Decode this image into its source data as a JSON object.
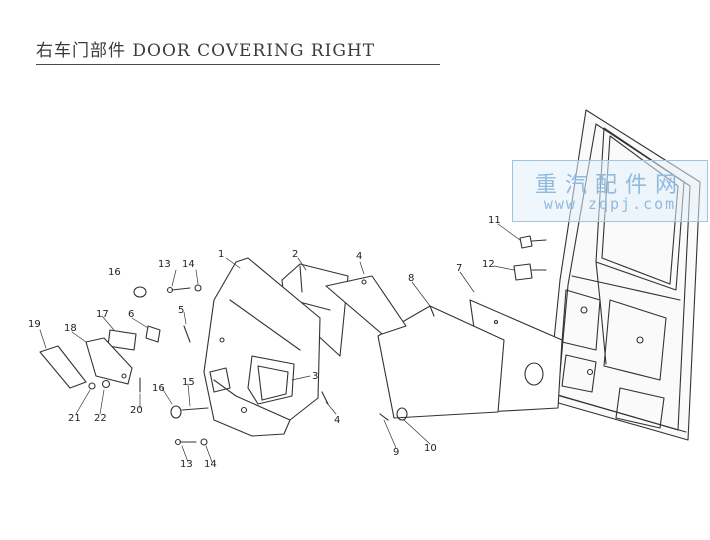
{
  "title": "右车门部件 DOOR COVERING RIGHT",
  "watermark": {
    "cn": "重汽配件网",
    "url": "www.zqpj.com"
  },
  "callouts": {
    "c1": "1",
    "c2": "2",
    "c3": "3",
    "c4a": "4",
    "c4b": "4",
    "c5": "5",
    "c6": "6",
    "c7": "7",
    "c8": "8",
    "c9": "9",
    "c10": "10",
    "c11": "11",
    "c12": "12",
    "c13a": "13",
    "c13b": "13",
    "c14a": "14",
    "c14b": "14",
    "c15": "15",
    "c16a": "16",
    "c16b": "16",
    "c17": "17",
    "c18": "18",
    "c19": "19",
    "c20": "20",
    "c21": "21",
    "c22": "22"
  }
}
